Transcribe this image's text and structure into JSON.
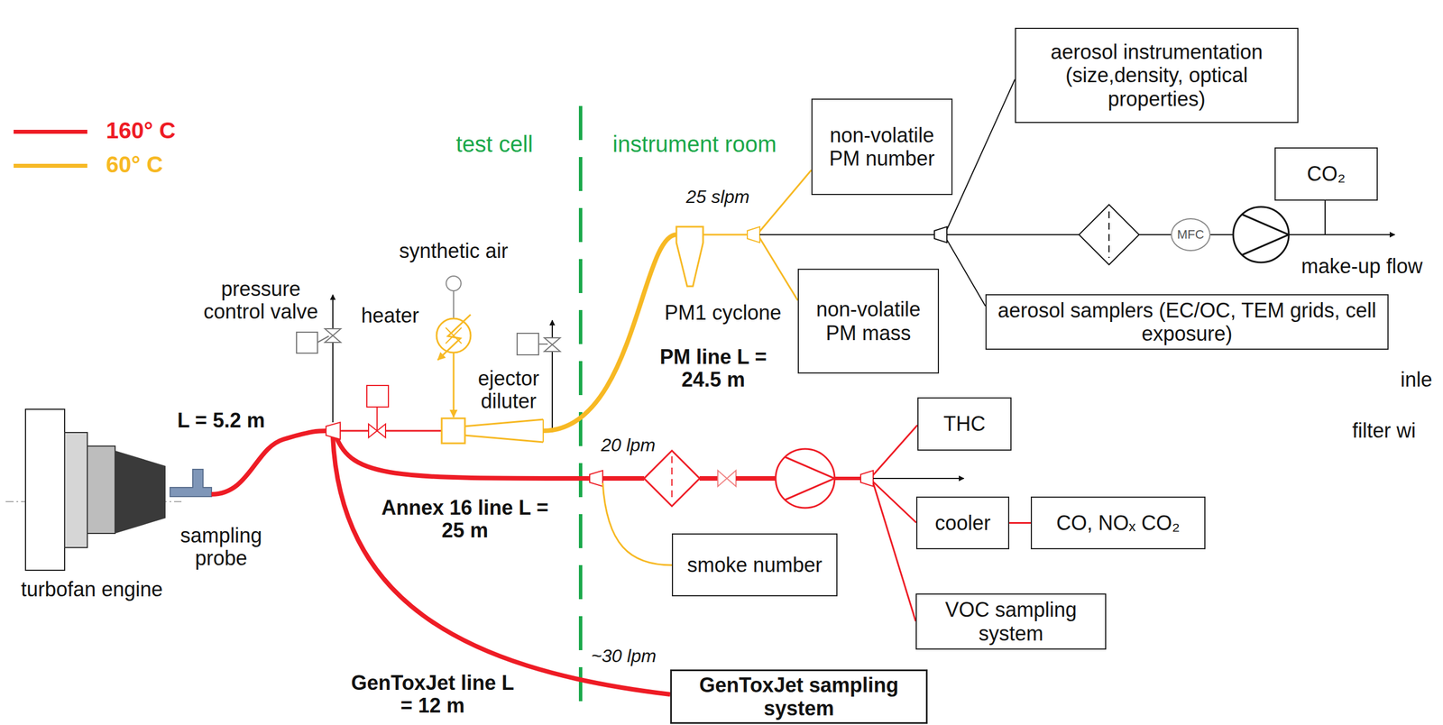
{
  "diagram": {
    "nodes": [
      {
        "text": [
          "aerosol instrumentation (size,density, optical properties)"
        ]
      },
      {
        "text": [
          "CO₂"
        ]
      },
      {
        "text": [
          "non-volatile PM number"
        ]
      },
      {
        "text": [
          "non-volatile PM mass"
        ]
      },
      {
        "text": [
          "aerosol samplers (EC/OC, TEM grids, cell exposure)"
        ]
      },
      {
        "text": [
          "THC"
        ]
      },
      {
        "text": [
          "cooler"
        ]
      },
      {
        "text": [
          "CO, NOₓ CO₂"
        ]
      },
      {
        "text": [
          "smoke number"
        ]
      },
      {
        "text": [
          "VOC sampling system"
        ]
      },
      {
        "text": [
          "GenToxJet sampling system"
        ]
      },
      {
        "text": [
          "MFC"
        ]
      }
    ],
    "edges": [
      {
        "from": 6,
        "to": 7,
        "arrow": "none"
      }
    ],
    "labels": [
      "test cell",
      "instrument room",
      "L = 5.2 m",
      "sampling probe",
      "turbofan engine",
      "pressure control valve",
      "synthetic air",
      "heater",
      "ejector diluter",
      "25 slpm",
      "PM1 cyclone",
      "PM line L = 24.5 m",
      "20 lpm",
      "Annex 16 line L = 25 m",
      "~30 lpm",
      "GenToxJet line L = 12 m",
      "make-up flow",
      "inle",
      "filter wi"
    ],
    "legend": [
      {
        "text": "160° C",
        "color": "#ee1c25"
      },
      {
        "text": "60° C",
        "color": "#f7b924"
      }
    ]
  }
}
